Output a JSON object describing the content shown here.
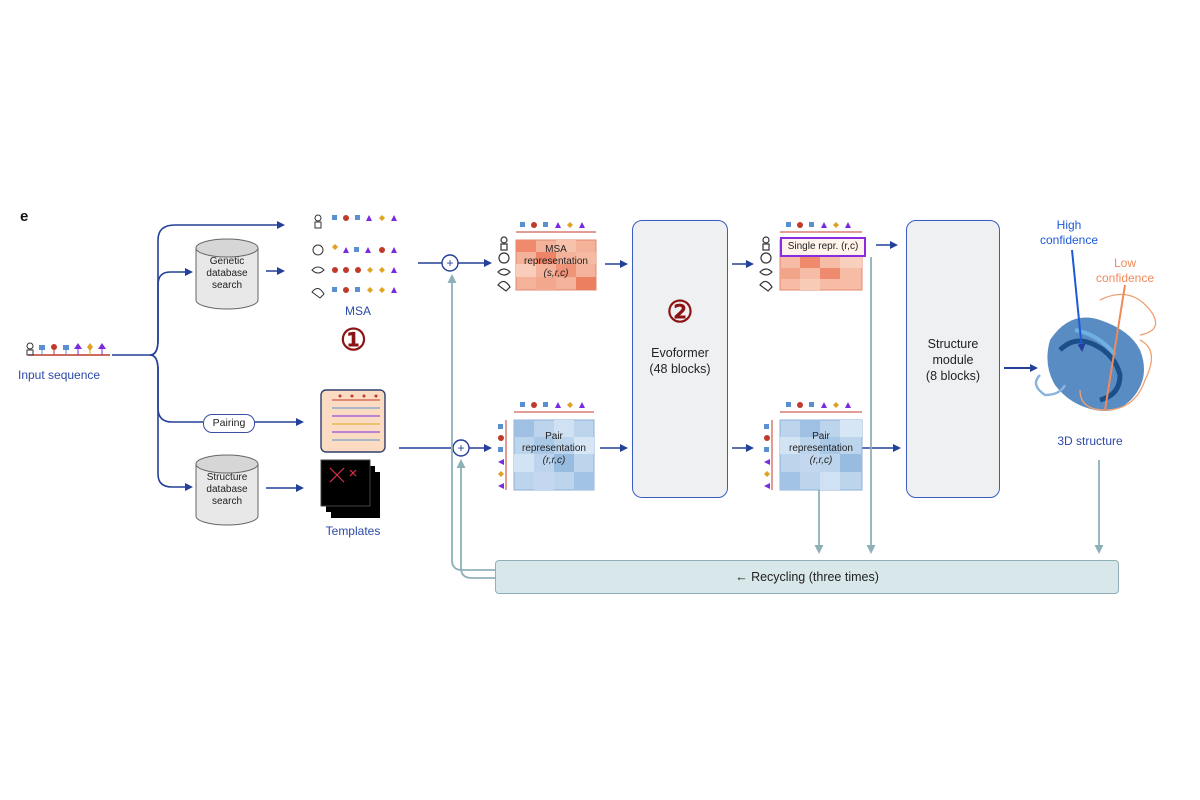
{
  "panel_label": "e",
  "input": {
    "label": "Input sequence"
  },
  "databases": {
    "genetic": [
      "Genetic",
      "database",
      "search"
    ],
    "structure": [
      "Structure",
      "database",
      "search"
    ]
  },
  "pairing_label": "Pairing",
  "msa": {
    "label": "MSA",
    "marker": "①"
  },
  "templates": {
    "label": "Templates"
  },
  "msa_representation": {
    "lines": [
      "MSA",
      "representation",
      "(s,r,c)"
    ]
  },
  "pair_representation_1": {
    "lines": [
      "Pair",
      "representation",
      "(r,r,c)"
    ]
  },
  "evoformer": {
    "marker": "②",
    "title": "Evoformer",
    "subtitle": "(48 blocks)"
  },
  "single_repr": {
    "label": "Single repr. (r,c)"
  },
  "pair_representation_2": {
    "lines": [
      "Pair",
      "representation",
      "(r,r,c)"
    ]
  },
  "structure_module": {
    "lines": [
      "Structure",
      "module",
      "(8 blocks)"
    ]
  },
  "output": {
    "label": "3D structure",
    "high_conf": [
      "High",
      "confidence"
    ],
    "low_conf": [
      "Low",
      "confidence"
    ]
  },
  "recycling": {
    "label": "← Recycling (three times)"
  },
  "colors": {
    "arrow": "#23409a",
    "recycle_arrow": "#8fb0b8",
    "accent_red": "#8c1414",
    "msa_heat": "#f2a48a",
    "pair_heat": "#aecbe6",
    "high_conf": "#1e5ad6",
    "low_conf": "#f08a5a"
  }
}
